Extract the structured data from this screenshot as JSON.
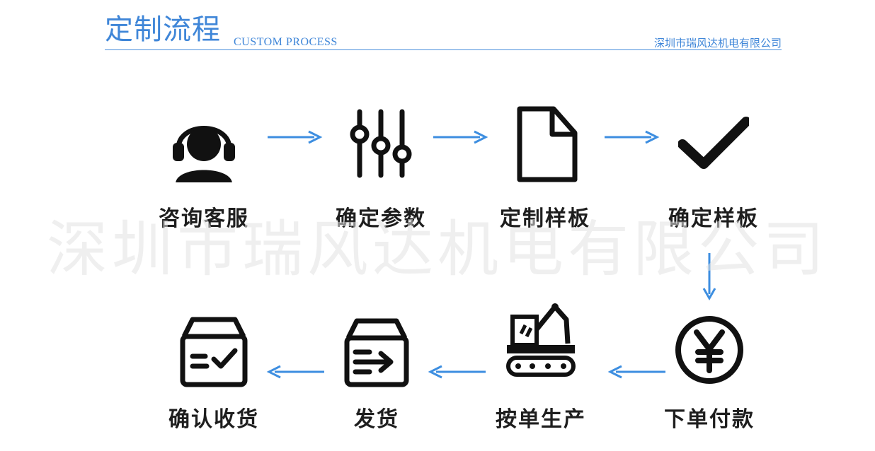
{
  "header": {
    "title_cn": "定制流程",
    "title_en": "CUSTOM  PROCESS",
    "company": "深圳市瑞风达机电有限公司"
  },
  "watermark": "深圳市瑞风达机电有限公司",
  "colors": {
    "accent": "#3f86d8",
    "arrow": "#3d8ee0",
    "icon": "#111111"
  },
  "steps_top": [
    {
      "label": "咨询客服",
      "icon": "customer-service-icon"
    },
    {
      "label": "确定参数",
      "icon": "sliders-icon"
    },
    {
      "label": "定制样板",
      "icon": "document-icon"
    },
    {
      "label": "确定样板",
      "icon": "checkmark-icon"
    }
  ],
  "steps_bottom": [
    {
      "label": "下单付款",
      "icon": "yuan-coin-icon"
    },
    {
      "label": "按单生产",
      "icon": "machinery-icon"
    },
    {
      "label": "发货",
      "icon": "shipping-box-icon"
    },
    {
      "label": "确认收货",
      "icon": "received-box-icon"
    }
  ]
}
